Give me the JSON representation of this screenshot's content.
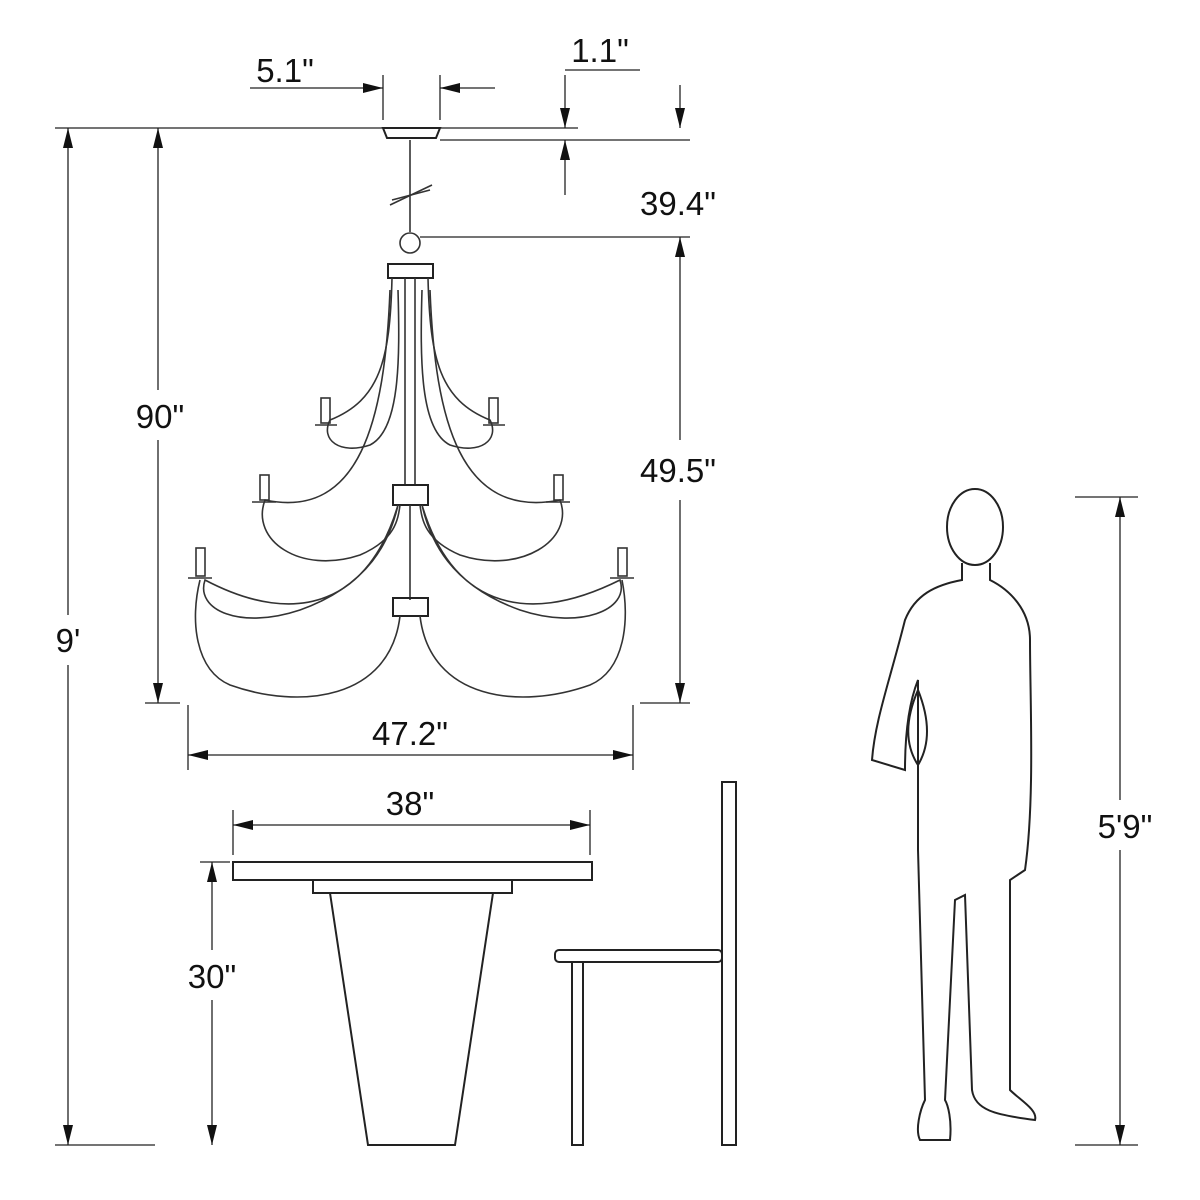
{
  "diagram": {
    "title": "Chandelier dimension diagram",
    "dimensions": {
      "canopy_width": "5.1\"",
      "canopy_height": "1.1\"",
      "chain_length": "39.4\"",
      "total_height": "90\"",
      "body_height": "49.5\"",
      "ceiling_height": "9'",
      "fixture_width": "47.2\"",
      "table_width": "38\"",
      "table_height": "30\"",
      "person_height": "5'9\""
    },
    "colors": {
      "line": "#222222",
      "background": "#ffffff"
    }
  }
}
